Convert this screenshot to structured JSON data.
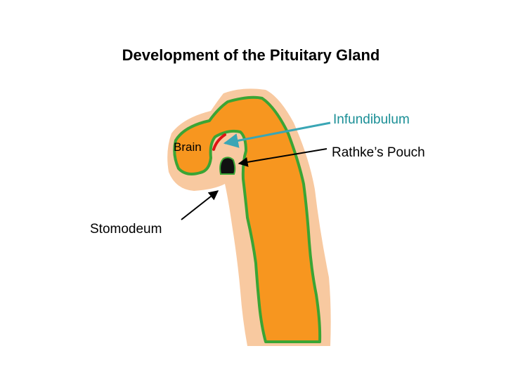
{
  "title": "Development of the Pituitary Gland",
  "labels": {
    "infundibulum": "Infundibulum",
    "rathkes_pouch": "Rathke’s Pouch",
    "brain": "Brain",
    "stomodeum": "Stomodeum"
  },
  "colors": {
    "outer_tissue": "#f8c9a0",
    "inner_tissue": "#f7961f",
    "outline_green": "#3aa534",
    "infundibulum_text": "#1a8f96",
    "infundibulum_arrow": "#3aa6b5",
    "infundibulum_mark": "#e01414",
    "arrow_black": "#000000"
  }
}
